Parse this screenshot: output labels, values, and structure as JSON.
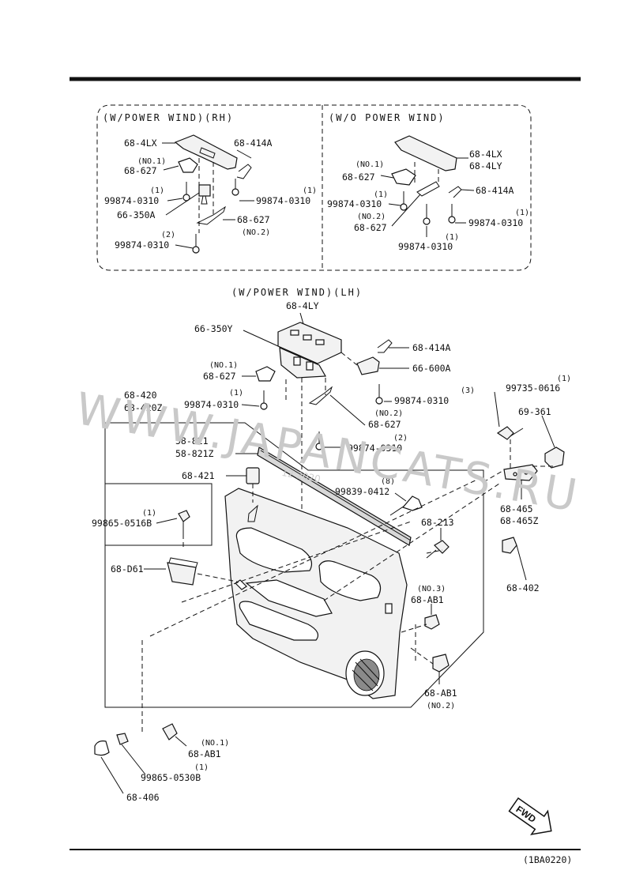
{
  "section_headers": {
    "rh": "(W/POWER WIND)(RH)",
    "wo": "(W/O POWER WIND)",
    "lh": "(W/POWER WIND)(LH)"
  },
  "rh_box": {
    "l1": "68-4LX",
    "l2": "68-414A",
    "l3": "(NO.1)",
    "l4": "68-627",
    "l5": "(1)",
    "l6": "99874-0310",
    "l7": "(1)",
    "l8": "99874-0310",
    "l9": "66-350A",
    "l10": "68-627",
    "l11": "(NO.2)",
    "l12": "(2)",
    "l13": "99874-0310"
  },
  "wo_box": {
    "l1": "68-4LX",
    "l2": "68-4LY",
    "l3": "(NO.1)",
    "l4": "68-627",
    "l5": "68-414A",
    "l6": "(1)",
    "l7": "99874-0310",
    "l8": "(NO.2)",
    "l9": "68-627",
    "l10": "(1)",
    "l11": "99874-0310",
    "l12": "(1)",
    "l13": "99874-0310"
  },
  "main": {
    "m1": "68-4LY",
    "m2": "66-350Y",
    "m3": "68-414A",
    "m4": "66-600A",
    "m5": "(NO.1)",
    "m6": "68-627",
    "m7": "(1)",
    "m8": "99874-0310",
    "m9": "(3)",
    "m10": "99874-0310",
    "m11": "(NO.2)",
    "m12": "68-627",
    "m13": "68-420",
    "m14": "68-420Z",
    "m15": "(2)",
    "m16": "99874-0310",
    "m17": "(1)",
    "m18": "99735-0616",
    "m19": "69-361",
    "m20": "58-821",
    "m21": "58-821Z",
    "m22": "68-421",
    "m23": "(8)",
    "m24": "99839-0412",
    "m25": "(1)",
    "m26": "99865-0516B",
    "m27": "68-213",
    "m28": "68-465",
    "m29": "68-465Z",
    "m30": "68-D61",
    "m31": "68-402",
    "m32": "(NO.3)",
    "m33": "68-AB1",
    "m34": "68-AB1",
    "m35": "(NO.2)",
    "m36": "(NO.1)",
    "m37": "68-AB1",
    "m38": "99865-0530B",
    "m39": "(1)",
    "m40": "68-406"
  },
  "fwd": "FWD",
  "watermark": "WWW.JAPANCATS.RU",
  "watermark_small": "12 2020",
  "code": "(1BA0220)"
}
